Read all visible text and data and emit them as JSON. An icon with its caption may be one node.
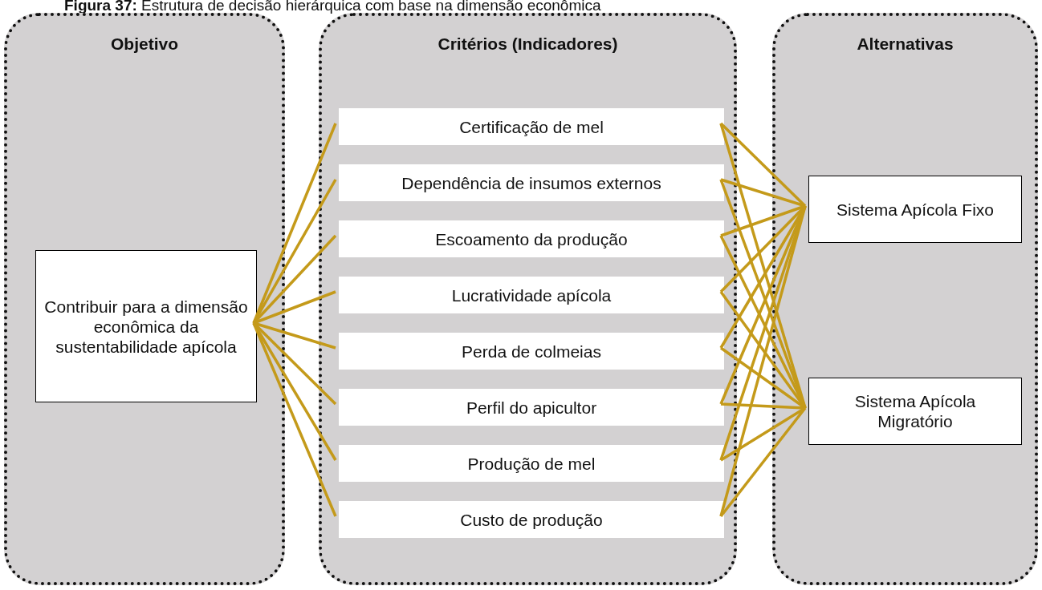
{
  "diagram": {
    "title": "**Figura 37:** Estrutura de decisão hierárquica com base na dimensão econômica",
    "nodes": [
      {
        "text": [
          "Objetivo"
        ]
      },
      {
        "text": [
          "Critérios (Indicadores)"
        ]
      },
      {
        "text": [
          "Alternativas"
        ]
      },
      {
        "text": [
          "Contribuir para a dimensão econômica da sustentabilidade apícola"
        ],
        "in": 0
      },
      {
        "text": [
          "Certificação de mel"
        ],
        "in": 1
      },
      {
        "text": [
          "Dependência de insumos externos"
        ],
        "in": 1
      },
      {
        "text": [
          "Escoamento da produção"
        ],
        "in": 1
      },
      {
        "text": [
          "Lucratividade apícola"
        ],
        "in": 1
      },
      {
        "text": [
          "Perda de colmeias"
        ],
        "in": 1
      },
      {
        "text": [
          "Perfil do apicultor"
        ],
        "in": 1
      },
      {
        "text": [
          "Produção de mel"
        ],
        "in": 1
      },
      {
        "text": [
          "Custo de produção"
        ],
        "in": 1
      },
      {
        "text": [
          "Sistema Apícola Fixo"
        ],
        "in": 2
      },
      {
        "text": [
          "Sistema Apícola Migratório"
        ],
        "in": 2
      }
    ],
    "edges": [
      {
        "from": 3,
        "to": 4,
        "arrow": "none"
      },
      {
        "from": 3,
        "to": 5,
        "arrow": "none"
      },
      {
        "from": 3,
        "to": 6,
        "arrow": "none"
      },
      {
        "from": 3,
        "to": 7,
        "arrow": "none"
      },
      {
        "from": 3,
        "to": 8,
        "arrow": "none"
      },
      {
        "from": 3,
        "to": 9,
        "arrow": "none"
      },
      {
        "from": 3,
        "to": 10,
        "arrow": "none"
      },
      {
        "from": 3,
        "to": 11,
        "arrow": "none"
      },
      {
        "from": 4,
        "to": 12,
        "arrow": "none"
      },
      {
        "from": 4,
        "to": 13,
        "arrow": "none"
      },
      {
        "from": 5,
        "to": 12,
        "arrow": "none"
      },
      {
        "from": 5,
        "to": 13,
        "arrow": "none"
      },
      {
        "from": 6,
        "to": 12,
        "arrow": "none"
      },
      {
        "from": 6,
        "to": 13,
        "arrow": "none"
      },
      {
        "from": 7,
        "to": 12,
        "arrow": "none"
      },
      {
        "from": 7,
        "to": 13,
        "arrow": "none"
      },
      {
        "from": 8,
        "to": 12,
        "arrow": "none"
      },
      {
        "from": 8,
        "to": 13,
        "arrow": "none"
      },
      {
        "from": 9,
        "to": 12,
        "arrow": "none"
      },
      {
        "from": 9,
        "to": 13,
        "arrow": "none"
      },
      {
        "from": 10,
        "to": 12,
        "arrow": "none"
      },
      {
        "from": 10,
        "to": 13,
        "arrow": "none"
      },
      {
        "from": 11,
        "to": 12,
        "arrow": "none"
      },
      {
        "from": 11,
        "to": 13,
        "arrow": "none"
      }
    ]
  }
}
